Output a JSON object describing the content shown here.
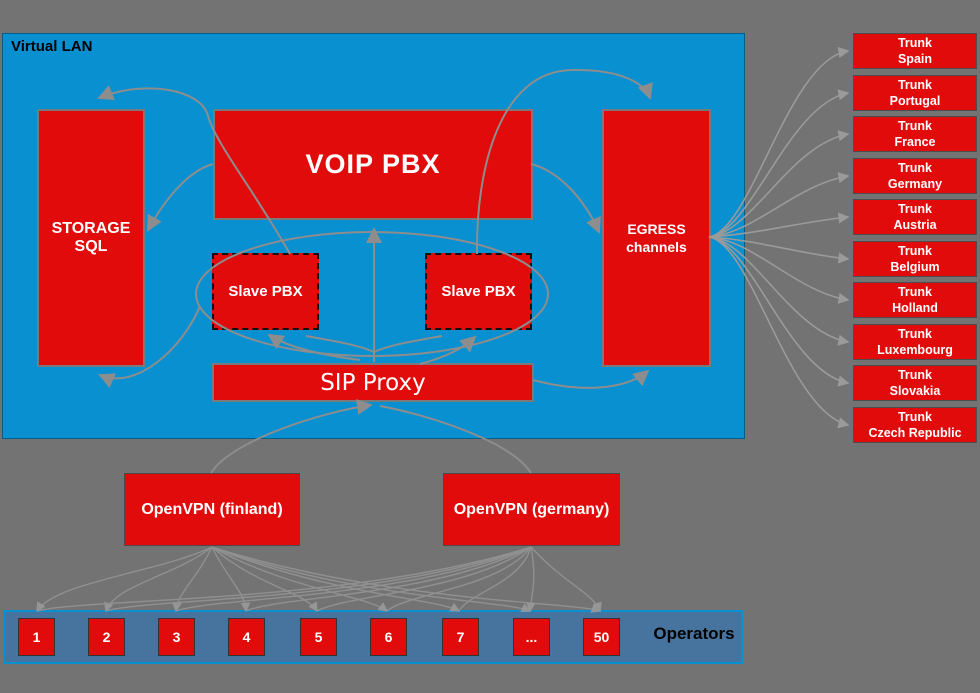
{
  "diagram": {
    "lan_label": "Virtual LAN",
    "nodes": {
      "storage": "STORAGE SQL",
      "voip": "VOIP PBX",
      "slave_left": "Slave PBX",
      "slave_right": "Slave PBX",
      "sip": "SIP Proxy",
      "egress_line1": "EGRESS",
      "egress_line2": "channels"
    },
    "vpn": {
      "finland": "OpenVPN (finland)",
      "germany": "OpenVPN (germany)"
    },
    "trunks": [
      {
        "type": "Trunk",
        "country": "Spain"
      },
      {
        "type": "Trunk",
        "country": "Portugal"
      },
      {
        "type": "Trunk",
        "country": "France"
      },
      {
        "type": "Trunk",
        "country": "Germany"
      },
      {
        "type": "Trunk",
        "country": "Austria"
      },
      {
        "type": "Trunk",
        "country": "Belgium"
      },
      {
        "type": "Trunk",
        "country": "Holland"
      },
      {
        "type": "Trunk",
        "country": "Luxembourg"
      },
      {
        "type": "Trunk",
        "country": "Slovakia"
      },
      {
        "type": "Trunk",
        "country": "Czech Republic"
      }
    ],
    "operators": {
      "label": "Operators",
      "items": [
        "1",
        "2",
        "3",
        "4",
        "5",
        "6",
        "7",
        "...",
        "50"
      ]
    },
    "colors": {
      "background": "#737373",
      "lan_blue": "#0990d0",
      "node_red": "#e10b0b",
      "operator_bar": "#47739f",
      "arrow_gray": "#8d8d8d",
      "text_light": "#ffffff",
      "text_dark": "#000000"
    }
  }
}
